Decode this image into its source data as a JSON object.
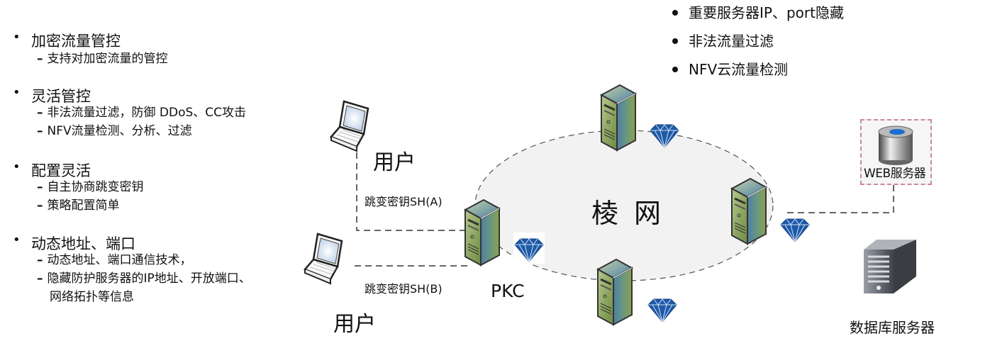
{
  "features": [
    {
      "title": "加密流量管控",
      "subs": [
        "支持对加密流量的管控"
      ]
    },
    {
      "title": "灵活管控",
      "subs": [
        "非法流量过滤，防御 DDoS、CC攻击",
        "NFV流量检测、分析、过滤"
      ]
    },
    {
      "title": "配置灵活",
      "subs": [
        "自主协商跳变密钥",
        "策略配置简单"
      ]
    },
    {
      "title": "动态地址、端口",
      "subs": [
        "动态地址、端口通信技术，",
        "隐藏防护服务器的IP地址、开放端口、",
        "网络拓扑等信息"
      ]
    }
  ],
  "top_list": [
    "重要服务器IP、port隐藏",
    "非法流量过滤",
    "NFV云流量检测"
  ],
  "diagram": {
    "user_label_top": "用户",
    "user_label_bottom": "用户",
    "key_a": "跳变密钥SH(A)",
    "key_b": "跳变密钥SH(B)",
    "pkc_label": "PKC",
    "ring_label": "棱网",
    "web_server_label": "WEB服务器",
    "db_server_label": "数据库服务器",
    "icons": {
      "laptop": "laptop-icon",
      "server": "server-tower-icon",
      "gem": "diamond-icon",
      "web": "database-cylinder-icon",
      "db": "db-server-icon"
    }
  },
  "colors": {
    "gem_blue": "#1e5aa8",
    "server_green": "#8aa05a",
    "server_blue": "#4a7ea8",
    "ring_fill": "#f2f2f2",
    "dash": "#444444"
  }
}
